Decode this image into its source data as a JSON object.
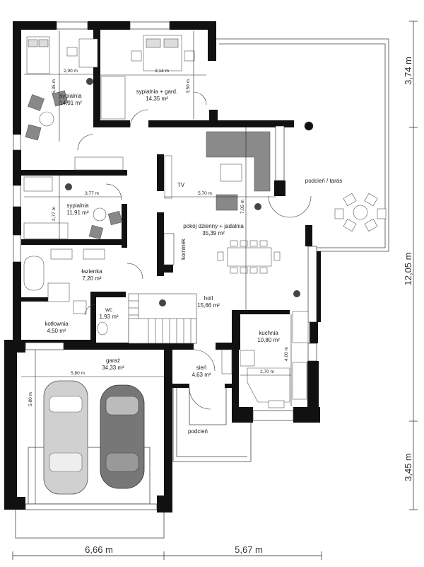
{
  "rooms": [
    {
      "id": "bed1",
      "name": "sypialnia",
      "area": "14,91 m²"
    },
    {
      "id": "bed2",
      "name": "sypialnia + gard.",
      "area": "14,35 m²"
    },
    {
      "id": "bed3",
      "name": "sypialnia",
      "area": "11,91 m²"
    },
    {
      "id": "bath",
      "name": "łazienka",
      "area": "7,20 m²"
    },
    {
      "id": "wc",
      "name": "wc",
      "area": "1,93 m²"
    },
    {
      "id": "boiler",
      "name": "kotłownia",
      "area": "4,50 m²"
    },
    {
      "id": "living",
      "name": "pokój dzienny + jadalnia",
      "area": "35,39 m²"
    },
    {
      "id": "hall",
      "name": "holl",
      "area": "15,66 m²"
    },
    {
      "id": "kitchen",
      "name": "kuchnia",
      "area": "10,80 m²"
    },
    {
      "id": "garage",
      "name": "garaż",
      "area": "34,33 m²"
    },
    {
      "id": "vestibule",
      "name": "sień",
      "area": "4,63 m²"
    }
  ],
  "labels": {
    "terrace": "podcień / taras",
    "porch": "podcień",
    "tv": "TV",
    "fireplace": "kominek"
  },
  "inner_dims": {
    "bed1_w": "2,90 m",
    "bed1_h": "5,35 m",
    "bed2_w": "3,14 m",
    "bed2_h": "3,50 m",
    "bed3_w": "3,77 m",
    "bed3_h": "2,77 m",
    "living_w": "5,70 m",
    "living_h": "7,05 m",
    "kitchen_w": "2,70 m",
    "kitchen_h": "4,00 m",
    "garage_w": "5,80 m",
    "garage_h": "5,80 m"
  },
  "outer_dims": {
    "bottom_left": "6,66 m",
    "bottom_right": "5,67 m",
    "right_top": "3,74 m",
    "right_mid": "12,05 m",
    "right_bottom": "3,45 m"
  },
  "colors": {
    "wall": "#111111",
    "floor": "#ffffff",
    "furniture": "#bdbdbd",
    "car_light": "#cfcfcf",
    "car_dark": "#6d6d6d"
  }
}
